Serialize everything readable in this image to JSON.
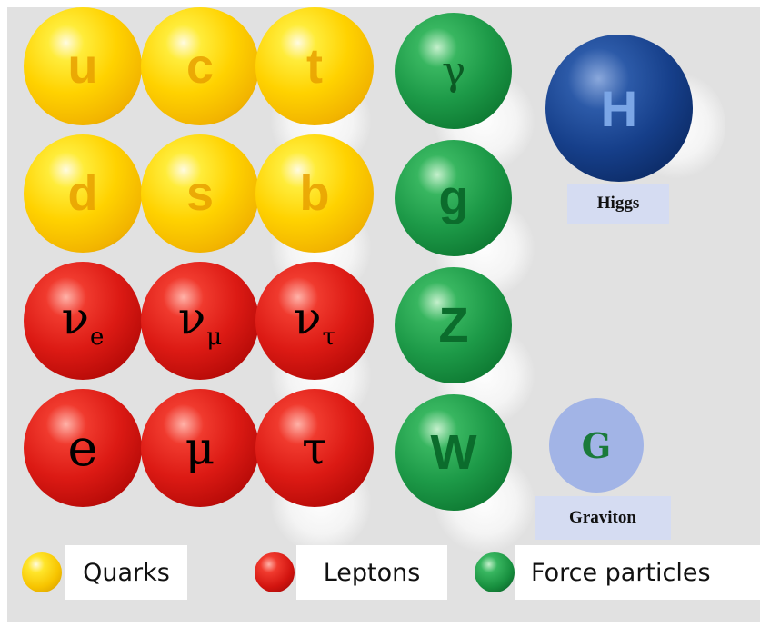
{
  "particles": {
    "quarks": [
      {
        "symbol": "u"
      },
      {
        "symbol": "c"
      },
      {
        "symbol": "t"
      },
      {
        "symbol": "d"
      },
      {
        "symbol": "s"
      },
      {
        "symbol": "b"
      }
    ],
    "leptons": [
      {
        "symbol": "ν",
        "sub": "e"
      },
      {
        "symbol": "ν",
        "sub": "μ"
      },
      {
        "symbol": "ν",
        "sub": "τ"
      },
      {
        "symbol": "e"
      },
      {
        "symbol": "μ"
      },
      {
        "symbol": "τ"
      }
    ],
    "forces": [
      {
        "symbol": "γ"
      },
      {
        "symbol": "g"
      },
      {
        "symbol": "Z"
      },
      {
        "symbol": "W"
      }
    ],
    "higgs": {
      "symbol": "H",
      "label": "Higgs"
    },
    "graviton": {
      "symbol": "G",
      "label": "Graviton"
    }
  },
  "legend": {
    "quarks": "Quarks",
    "leptons": "Leptons",
    "forces": "Force particles"
  },
  "colors": {
    "quark": "#ffd200",
    "lepton": "#dc1a14",
    "force": "#1d9a48",
    "higgs": "#163f8a",
    "graviton": "#a2b4e6",
    "background": "#e1e1e1"
  }
}
